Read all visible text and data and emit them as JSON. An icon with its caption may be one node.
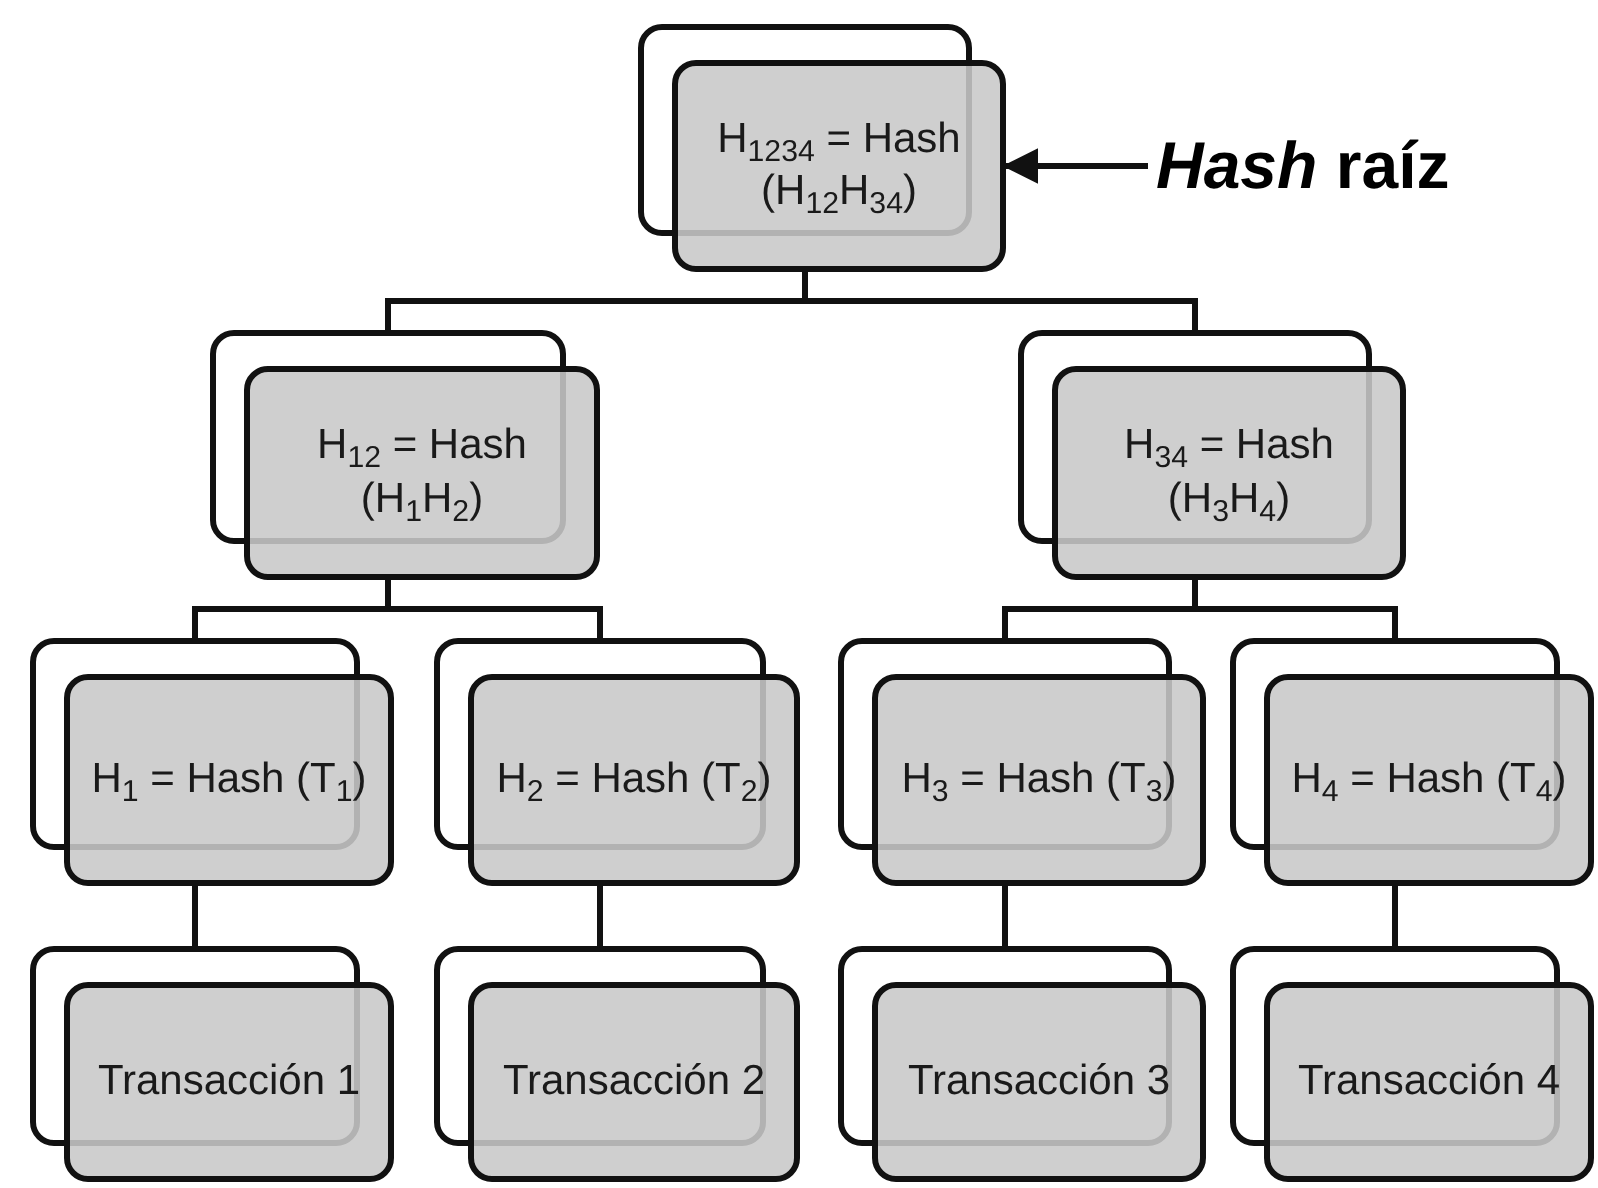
{
  "diagram": {
    "nodes": [
      {
        "text": [
          "H$_{1234}$ = Hash (H$_{12}$H$_{34}$)"
        ]
      },
      {
        "text": [
          "*Hash* raíz"
        ]
      },
      {
        "text": [
          "H$_{12}$ = Hash (H$_{1}$H$_{2}$)"
        ]
      },
      {
        "text": [
          "H$_{34}$ = Hash (H$_{3}$H$_{4}$)"
        ]
      },
      {
        "text": [
          "H$_{1}$ = Hash (T$_{1}$)"
        ]
      },
      {
        "text": [
          "H$_{2}$ = Hash (T$_{2}$)"
        ]
      },
      {
        "text": [
          "H$_{3}$ = Hash (T$_{3}$)"
        ]
      },
      {
        "text": [
          "H$_{4}$ = Hash (T$_{4}$)"
        ]
      },
      {
        "text": [
          "Transacción 1"
        ]
      },
      {
        "text": [
          "Transacción 2"
        ]
      },
      {
        "text": [
          "Transacción 3"
        ]
      },
      {
        "text": [
          "Transacción 4"
        ]
      }
    ],
    "edges": [
      {
        "from": 1,
        "to": 0,
        "arrow": "to"
      },
      {
        "from": 0,
        "to": 2,
        "arrow": "none"
      },
      {
        "from": 0,
        "to": 3,
        "arrow": "none"
      },
      {
        "from": 2,
        "to": 4,
        "arrow": "none"
      },
      {
        "from": 2,
        "to": 5,
        "arrow": "none"
      },
      {
        "from": 3,
        "to": 6,
        "arrow": "none"
      },
      {
        "from": 3,
        "to": 7,
        "arrow": "none"
      },
      {
        "from": 4,
        "to": 8,
        "arrow": "none"
      },
      {
        "from": 5,
        "to": 9,
        "arrow": "none"
      },
      {
        "from": 6,
        "to": 10,
        "arrow": "none"
      },
      {
        "from": 7,
        "to": 11,
        "arrow": "none"
      }
    ]
  }
}
